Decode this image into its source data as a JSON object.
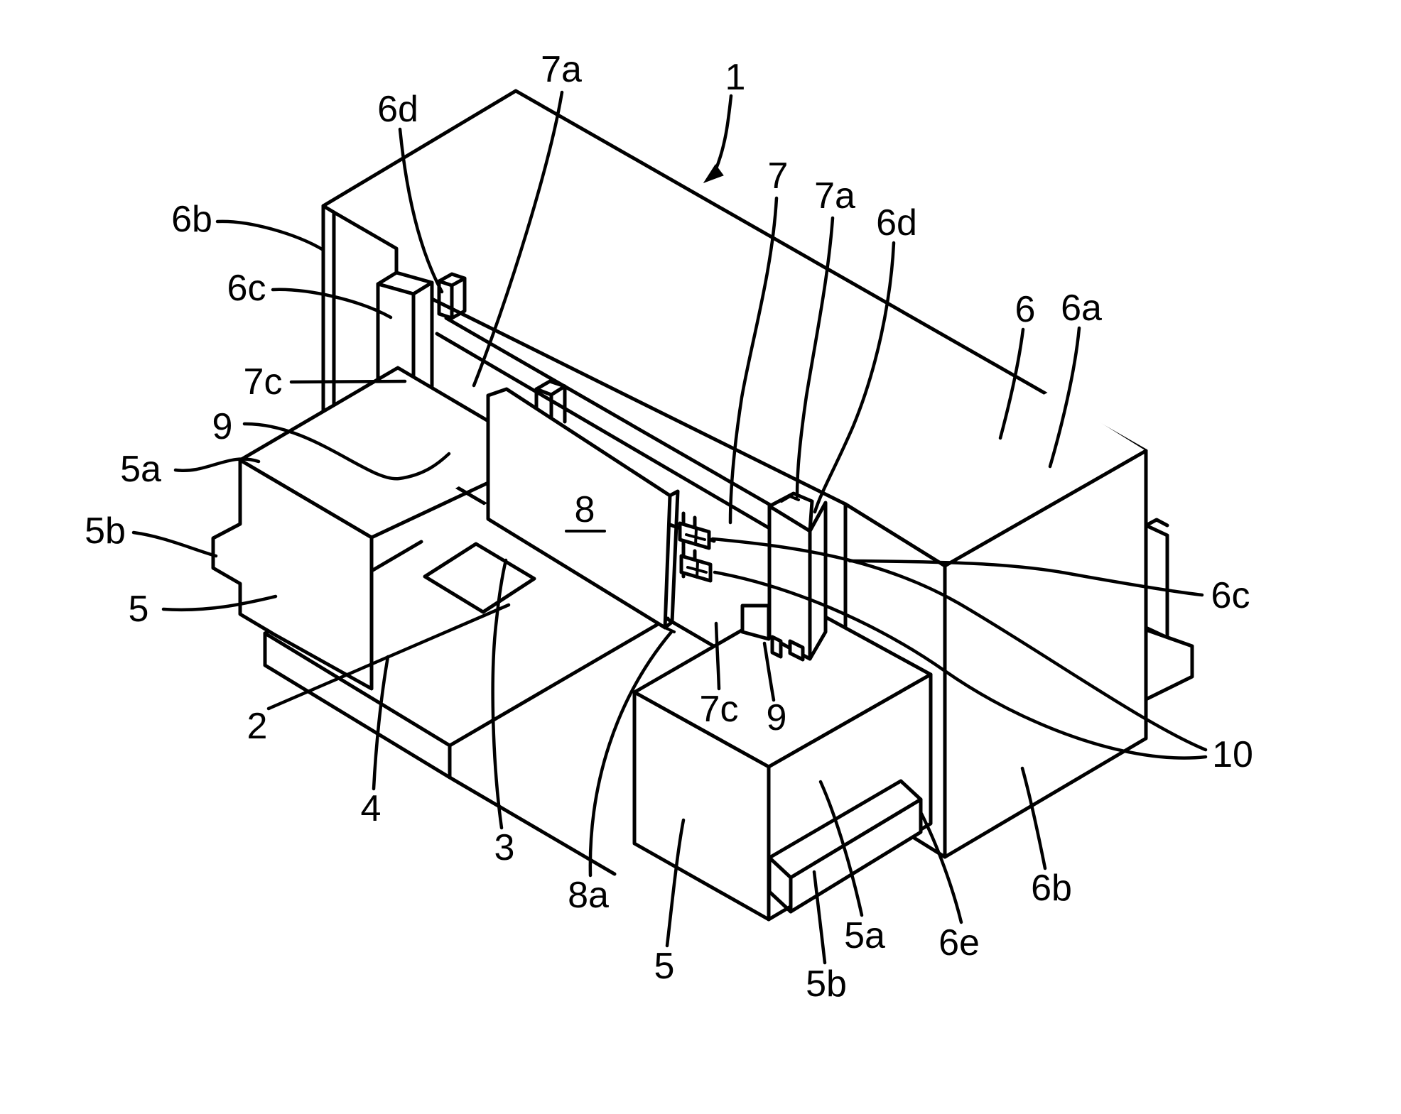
{
  "figure": {
    "kind": "patent-isometric-line-drawing",
    "background_color": "#ffffff",
    "line_color": "#000000",
    "labels": [
      {
        "id": "ref-1",
        "text": "1"
      },
      {
        "id": "ref-2",
        "text": "2"
      },
      {
        "id": "ref-3",
        "text": "3"
      },
      {
        "id": "ref-4",
        "text": "4"
      },
      {
        "id": "ref-5-left",
        "text": "5"
      },
      {
        "id": "ref-5-bottom",
        "text": "5"
      },
      {
        "id": "ref-5a-left",
        "text": "5a"
      },
      {
        "id": "ref-5a-bottom",
        "text": "5a"
      },
      {
        "id": "ref-5b-left",
        "text": "5b"
      },
      {
        "id": "ref-5b-bottom",
        "text": "5b"
      },
      {
        "id": "ref-6",
        "text": "6"
      },
      {
        "id": "ref-6a",
        "text": "6a"
      },
      {
        "id": "ref-6b-left",
        "text": "6b"
      },
      {
        "id": "ref-6b-right",
        "text": "6b"
      },
      {
        "id": "ref-6c-left",
        "text": "6c"
      },
      {
        "id": "ref-6c-right",
        "text": "6c"
      },
      {
        "id": "ref-6d-left",
        "text": "6d"
      },
      {
        "id": "ref-6d-right",
        "text": "6d"
      },
      {
        "id": "ref-6e",
        "text": "6e"
      },
      {
        "id": "ref-7",
        "text": "7"
      },
      {
        "id": "ref-7a-left",
        "text": "7a"
      },
      {
        "id": "ref-7a-right",
        "text": "7a"
      },
      {
        "id": "ref-7c-left",
        "text": "7c"
      },
      {
        "id": "ref-7c-bottom",
        "text": "7c"
      },
      {
        "id": "ref-8",
        "text": "8"
      },
      {
        "id": "ref-8a",
        "text": "8a"
      },
      {
        "id": "ref-9-left",
        "text": "9"
      },
      {
        "id": "ref-9-bottom",
        "text": "9"
      },
      {
        "id": "ref-10",
        "text": "10"
      }
    ]
  }
}
